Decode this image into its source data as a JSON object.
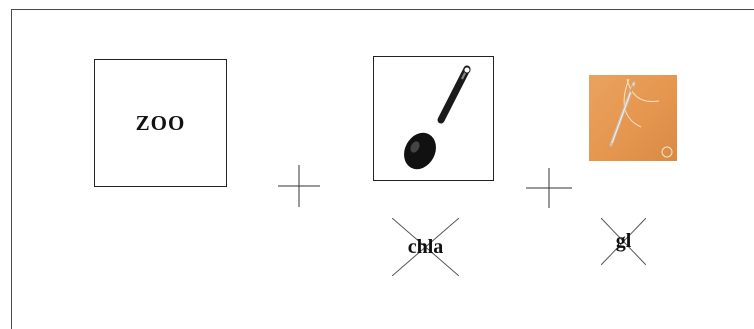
{
  "rebus": {
    "word_card": {
      "text": "ZOO"
    },
    "picture_1": {
      "icon": "ladle-icon"
    },
    "picture_2": {
      "icon": "needle-icon",
      "background_color": "#e5964f"
    },
    "crossed_letters_1": {
      "text": "chla"
    },
    "crossed_letters_2": {
      "text": "gl"
    },
    "operator": "plus-icon"
  }
}
